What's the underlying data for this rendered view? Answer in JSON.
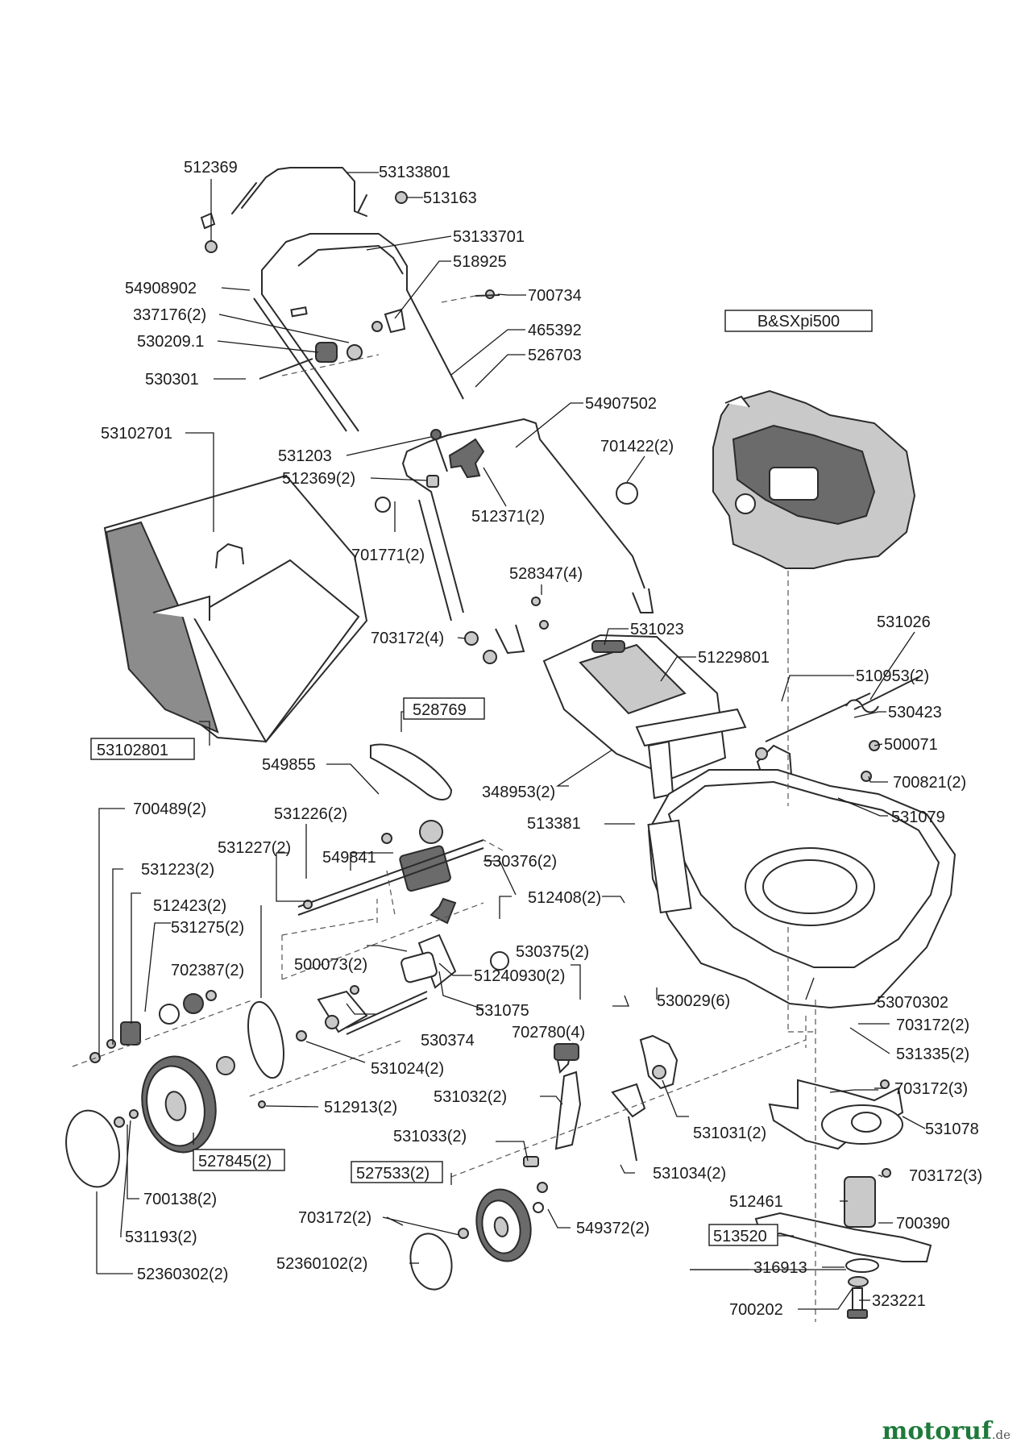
{
  "engine_label": "B&SXpi500",
  "labels": {
    "l512369": "512369",
    "l53133801": "53133801",
    "l513163": "513163",
    "l53133701": "53133701",
    "l518925": "518925",
    "l700734": "700734",
    "l54908902": "54908902",
    "l337176_2": "337176(2)",
    "l530209_1": "530209.1",
    "l530301": "530301",
    "l465392": "465392",
    "l526703": "526703",
    "l54907502": "54907502",
    "l53102701": "53102701",
    "l531203": "531203",
    "l512369_2": "512369(2)",
    "l701422_2": "701422(2)",
    "l512371_2": "512371(2)",
    "l701771_2": "701771(2)",
    "l528347_4": "528347(4)",
    "l703172_4": "703172(4)",
    "l531023": "531023",
    "l531026": "531026",
    "l51229801": "51229801",
    "l510953_2": "510953(2)",
    "l530423": "530423",
    "l500071": "500071",
    "l700821_2": "700821(2)",
    "l53102801": "53102801",
    "l528769": "528769",
    "l549855": "549855",
    "l348953_2": "348953(2)",
    "l531079": "531079",
    "l700489_2": "700489(2)",
    "l531226_2": "531226(2)",
    "l513381": "513381",
    "l531227_2": "531227(2)",
    "l549841": "549841",
    "l530376_2": "530376(2)",
    "l531223_2": "531223(2)",
    "l512423_2": "512423(2)",
    "l512408_2": "512408(2)",
    "l531275_2": "531275(2)",
    "l500073_2": "500073(2)",
    "l530375_2": "530375(2)",
    "l702387_2": "702387(2)",
    "l51240930_2": "51240930(2)",
    "l531075": "531075",
    "l530029_6": "530029(6)",
    "l53070302": "53070302",
    "l702780_4": "702780(4)",
    "l703172_2a": "703172(2)",
    "l530374": "530374",
    "l531335_2": "531335(2)",
    "l531024_2": "531024(2)",
    "l703172_3a": "703172(3)",
    "l531032_2": "531032(2)",
    "l512913_2": "512913(2)",
    "l531031_2": "531031(2)",
    "l531078": "531078",
    "l527845_2": "527845(2)",
    "l531033_2": "531033(2)",
    "l527533_2": "527533(2)",
    "l531034_2": "531034(2)",
    "l703172_3b": "703172(3)",
    "l700138_2": "700138(2)",
    "l512461": "512461",
    "l700390": "700390",
    "l703172_2b": "703172(2)",
    "l549372_2": "549372(2)",
    "l513520": "513520",
    "l531193_2": "531193(2)",
    "l52360102_2": "52360102(2)",
    "l316913": "316913",
    "l52360302_2": "52360302(2)",
    "l700202": "700202",
    "l323221": "323221"
  },
  "brand": {
    "name": "motoruf",
    "tld": ".de"
  }
}
